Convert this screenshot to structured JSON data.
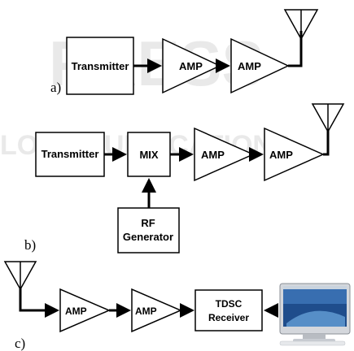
{
  "watermark": {
    "line1": "PRESS",
    "line2": "LOGY PUBLICATIONS"
  },
  "panel_a": {
    "caption": "a)",
    "transmitter": "Transmitter",
    "amp1": "AMP",
    "amp2": "AMP"
  },
  "panel_b": {
    "caption": "b)",
    "transmitter": "Transmitter",
    "mixer": "MIX",
    "rf_generator_line1": "RF",
    "rf_generator_line2": "Generator",
    "amp1": "AMP",
    "amp2": "AMP"
  },
  "panel_c": {
    "caption": "c)",
    "amp1": "AMP",
    "amp2": "AMP",
    "receiver_line1": "TDSC",
    "receiver_line2": "Receiver"
  }
}
